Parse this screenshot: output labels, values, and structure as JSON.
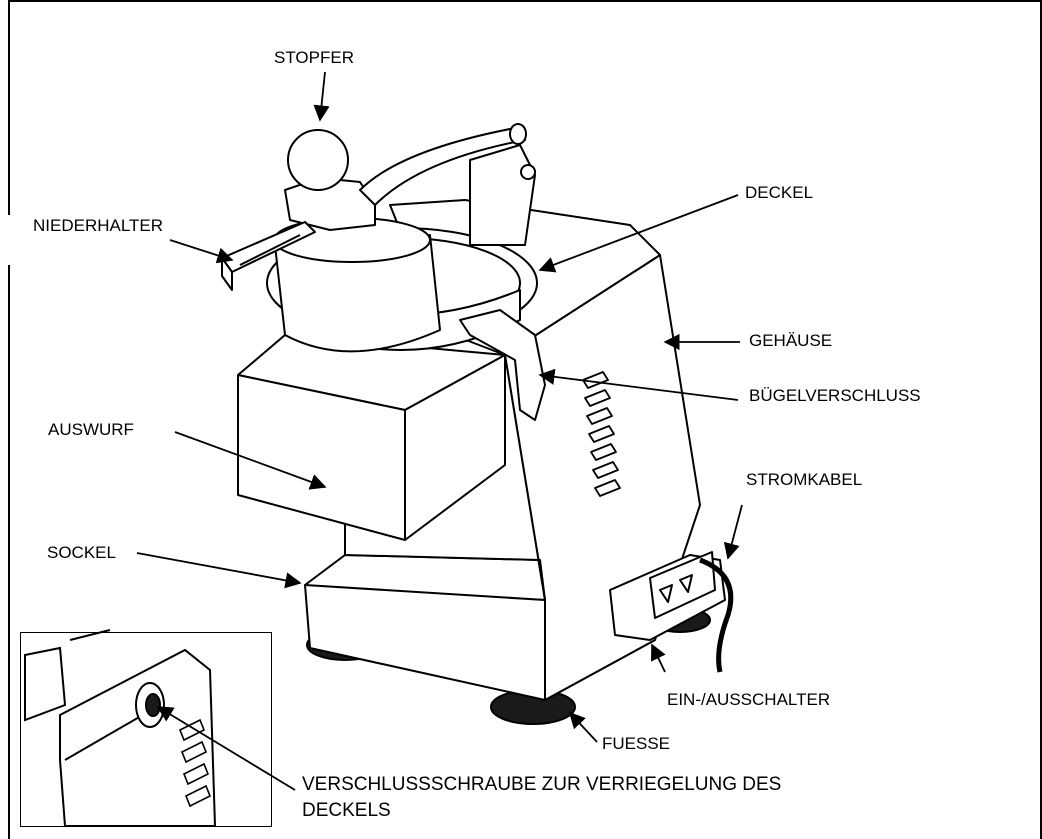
{
  "labels": {
    "stopfer": "STOPFER",
    "niederhalter": "NIEDERHALTER",
    "deckel": "DECKEL",
    "gehaeuse": "GEHÄUSE",
    "buegelverschluss": "BÜGELVERSCHLUSS",
    "auswurf": "AUSWURF",
    "stromkabel": "STROMKABEL",
    "sockel": "SOCKEL",
    "ein_ausschalter": "EIN-/AUSSCHALTER",
    "fuesse": "FUESSE",
    "verschlussschraube_line1": "VERSCHLUSSSCHRAUBE ZUR VERRIEGELUNG DES",
    "verschlussschraube_line2": "DECKELS"
  },
  "colors": {
    "line": "#000000",
    "background": "#ffffff",
    "foot": "#1a1a1a"
  }
}
